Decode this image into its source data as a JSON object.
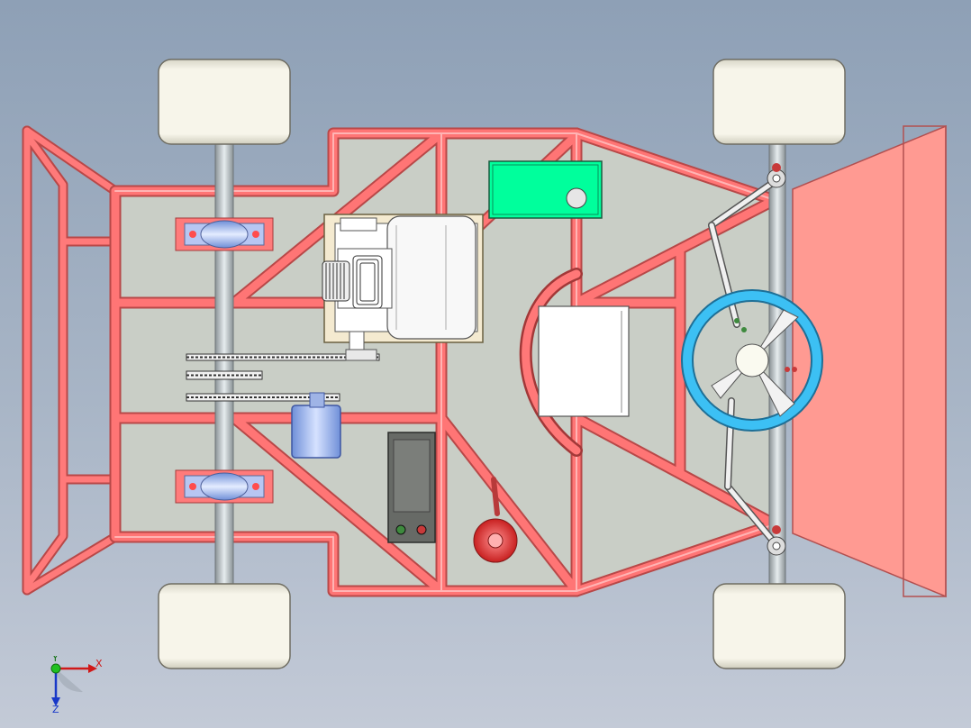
{
  "viewport": {
    "background_top": "#8ea0b6",
    "background_bottom": "#c3cad7"
  },
  "colors": {
    "frame_tube": "#ff6b6b",
    "frame_tube_dark": "#c84848",
    "floor_panel": "#c9cec6",
    "tyre": "#f4f2e2",
    "axle": "#b8c0c4",
    "battery_box": "#00ff9c",
    "steering_wheel": "#38b8f0",
    "front_bumper": "#ff9a92",
    "controller": "#676a66",
    "motor": "#8fb0f0"
  },
  "icons": {
    "triad": "coordinate-triad-icon"
  },
  "triad": {
    "x_label": "X",
    "y_label": "Y",
    "z_label": "Z"
  }
}
